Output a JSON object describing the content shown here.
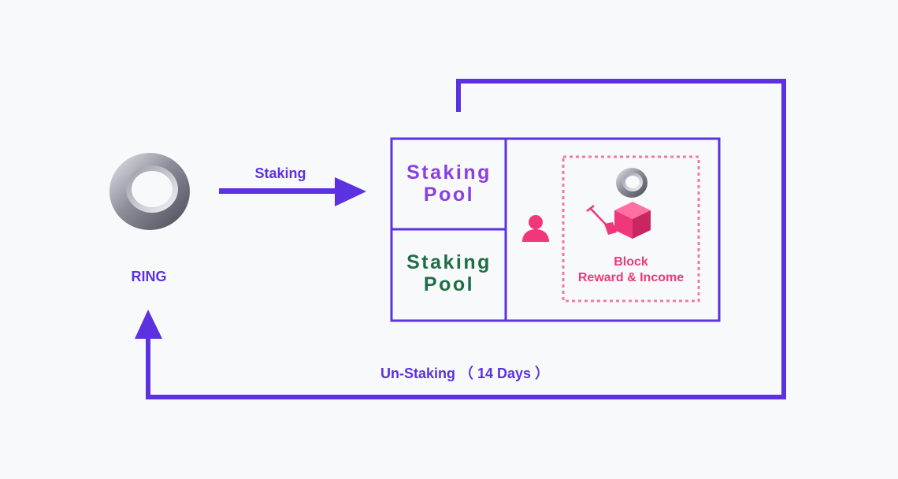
{
  "ring_label": "RING",
  "staking_label": "Staking",
  "unstaking_label": "Un-Staking （ 14 Days ）",
  "pools": [
    {
      "line1": "Staking",
      "line2": "Pool"
    },
    {
      "line1": "Staking",
      "line2": "Pool"
    }
  ],
  "reward": {
    "line1": "Block",
    "line2": "Reward & Income"
  },
  "icons": [
    "ring-logo-icon",
    "user-icon",
    "shovel-icon",
    "block-cube-icon"
  ],
  "colors": {
    "accent": "#5b31e0",
    "pool_top_text": "#8a3fe0",
    "pool_bottom_text": "#1e6e45",
    "reward": "#f0377a",
    "background": "#f8f9fb"
  }
}
